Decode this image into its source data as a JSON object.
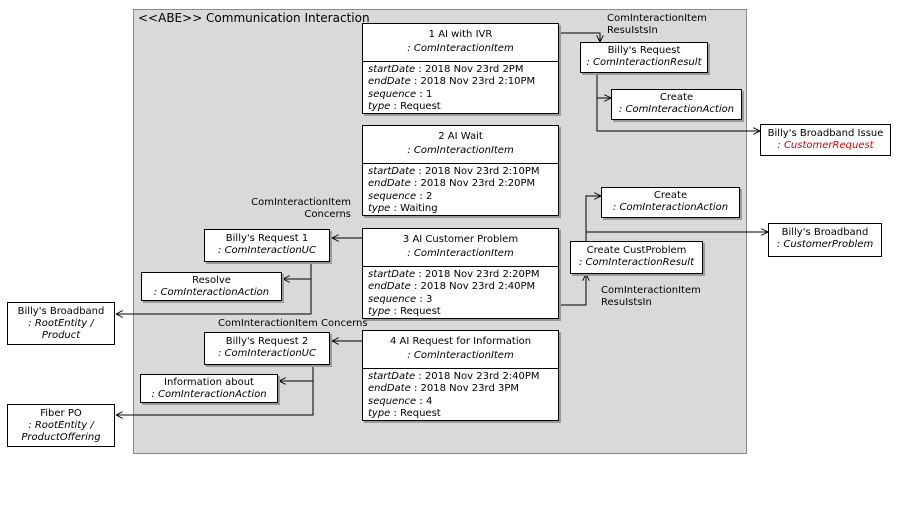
{
  "package": {
    "title": "<<ABE>> Communication Interaction"
  },
  "items": [
    {
      "title": "1 AI with IVR",
      "type_name": ": ComInteractionItem",
      "attrs": [
        {
          "key": "startDate",
          "value": ": 2018 Nov 23rd 2PM"
        },
        {
          "key": "endDate",
          "value": ": 2018 Nov 23rd 2:10PM"
        },
        {
          "key": "sequence",
          "value": ": 1"
        },
        {
          "key": "type",
          "value": ": Request"
        }
      ]
    },
    {
      "title": "2 AI Wait",
      "type_name": ": ComInteractionItem",
      "attrs": [
        {
          "key": "startDate",
          "value": ": 2018 Nov 23rd 2:10PM"
        },
        {
          "key": "endDate",
          "value": ": 2018 Nov 23rd 2:20PM"
        },
        {
          "key": "sequence",
          "value": ": 2"
        },
        {
          "key": "type",
          "value": ": Waiting"
        }
      ]
    },
    {
      "title": "3 AI Customer Problem",
      "type_name": ": ComInteractionItem",
      "attrs": [
        {
          "key": "startDate",
          "value": ": 2018 Nov 23rd 2:20PM"
        },
        {
          "key": "endDate",
          "value": ": 2018 Nov 23rd 2:40PM"
        },
        {
          "key": "sequence",
          "value": ": 3"
        },
        {
          "key": "type",
          "value": ": Request"
        }
      ]
    },
    {
      "title": "4 AI Request for Information",
      "type_name": ": ComInteractionItem",
      "attrs": [
        {
          "key": "startDate",
          "value": ": 2018 Nov 23rd 2:40PM"
        },
        {
          "key": "endDate",
          "value": ": 2018 Nov 23rd 3PM"
        },
        {
          "key": "sequence",
          "value": ": 4"
        },
        {
          "key": "type",
          "value": ": Request"
        }
      ]
    }
  ],
  "right": {
    "label_results_top_1": "ComInteractionItem",
    "label_results_top_2": "ResuIstsIn",
    "billys_request": {
      "name": "Billy's Request",
      "type": ": ComInteractionResult"
    },
    "create_top": {
      "name": "Create",
      "type": ": ComInteractionAction"
    },
    "broadband_issue": {
      "name": "Billy's Broadband Issue",
      "type": ": CustomerRequest"
    },
    "create_mid": {
      "name": "Create",
      "type": ": ComInteractionAction"
    },
    "broadband_problem": {
      "name": "Billy's Broadband",
      "type": ": CustomerProblem"
    },
    "create_custproblem": {
      "name": "Create CustProblem",
      "type": ": ComInteractionResult"
    },
    "label_results_bottom_1": "ComInteractionItem",
    "label_results_bottom_2": "ResuIstsIn"
  },
  "left": {
    "label_concerns_1a": "ComInteractionItem",
    "label_concerns_1b": "Concerns",
    "request1": {
      "name": "Billy's Request 1",
      "type": ": ComInteractionUC"
    },
    "resolve": {
      "name": "Resolve",
      "type": ": ComInteractionAction"
    },
    "broadband_product": {
      "name": "Billy's Broadband",
      "type_a": ": RootEntity /",
      "type_b": "Product"
    },
    "label_concerns_2": "ComInteractionItem Concerns",
    "request2": {
      "name": "Billy's Request 2",
      "type": ": ComInteractionUC"
    },
    "information_about": {
      "name": "Information about",
      "type": ": ComInteractionAction"
    },
    "fiber_po": {
      "name": "Fiber PO",
      "type_a": ": RootEntity /",
      "type_b": "ProductOffering"
    }
  },
  "colors": {
    "package_fill": "#d9d9d9",
    "highlight": "#e00000"
  }
}
